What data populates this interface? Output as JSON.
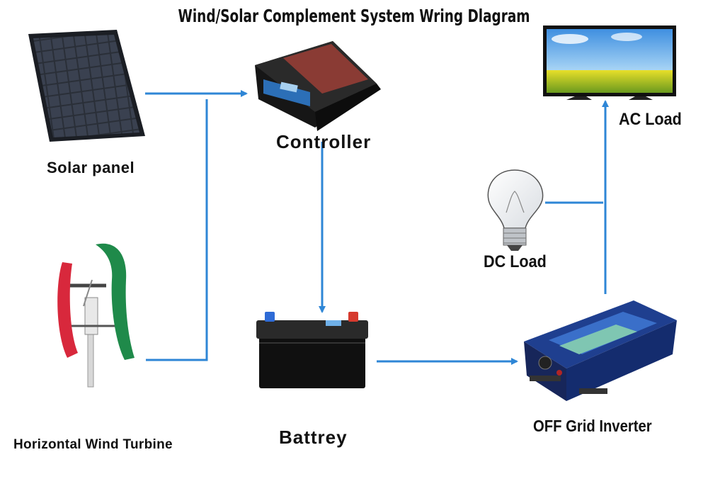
{
  "title": "Wind/Solar Complement System Wring Dlagram",
  "components": {
    "solar_panel": "Solar panel",
    "controller": "Controller",
    "ac_load": "AC Load",
    "dc_load": "DC Load",
    "battery": "Battrey",
    "inverter": "OFF Grid Inverter",
    "wind_turbine": "Horizontal Wind Turbine"
  },
  "colors": {
    "wire": "#2e86d6",
    "controller_body": "#1c1c1c",
    "inverter_body": "#1f3f8f",
    "turbine_red": "#d8283c",
    "turbine_green": "#1f8a4a"
  }
}
